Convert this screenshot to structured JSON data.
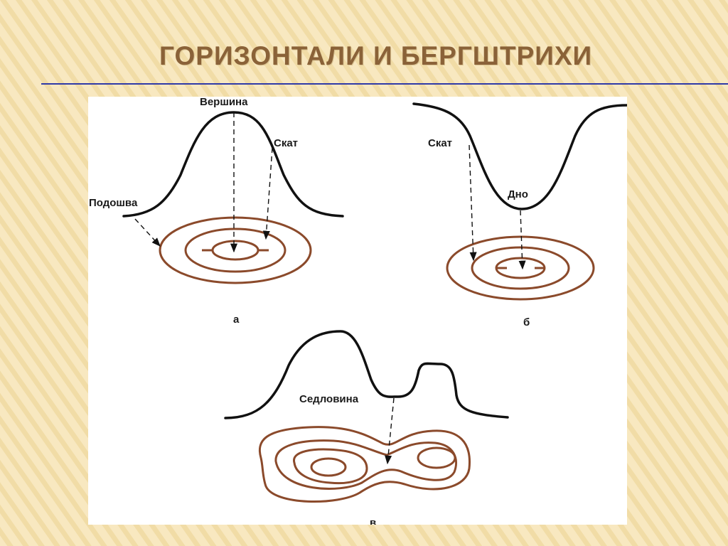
{
  "slide": {
    "title": "ГОРИЗОНТАЛИ И БЕРГШТРИХИ"
  },
  "colors": {
    "background": "#f7e7bd",
    "title": "#8a6238",
    "rule": "#2f3aa8",
    "contour": "#8b4a2b",
    "profile": "#111111"
  },
  "diagram_a": {
    "summit_label": "Вершина",
    "slope_label": "Скат",
    "foot_label": "Подошва",
    "caption": "а"
  },
  "diagram_b": {
    "slope_label": "Скат",
    "bottom_label": "Дно",
    "caption": "б"
  },
  "diagram_c": {
    "saddle_label": "Седловина",
    "caption": "в"
  }
}
